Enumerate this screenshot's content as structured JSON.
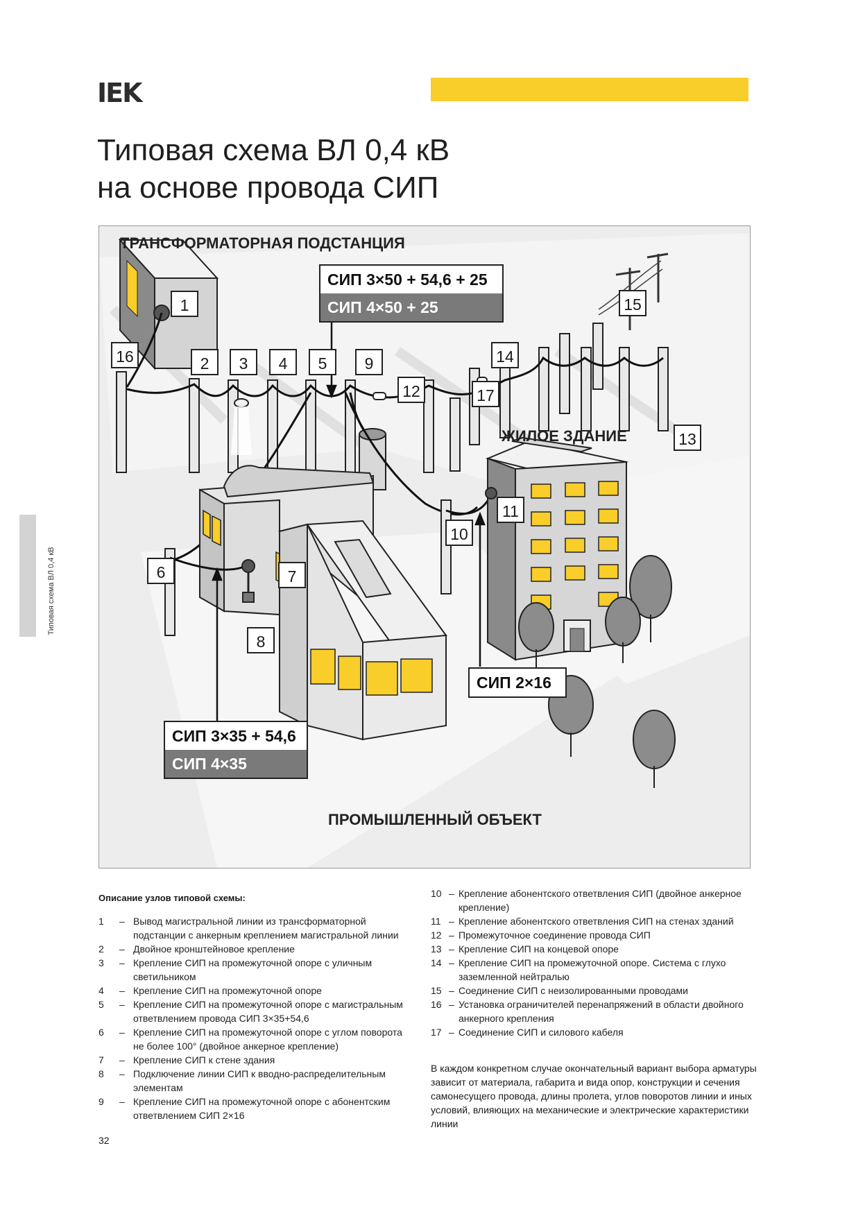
{
  "header": {
    "logo": "IEK",
    "title_line1": "Типовая схема ВЛ 0,4 кВ",
    "title_line2": "на основе провода СИП"
  },
  "side_tab": {
    "text": "Типовая схема ВЛ 0,4 кВ"
  },
  "figure": {
    "zones": {
      "substation": "ТРАНСФОРМАТОРНАЯ ПОДСТАНЦИЯ",
      "residential": "ЖИЛОЕ ЗДАНИЕ",
      "industrial": "ПРОМЫШЛЕННЫЙ ОБЪЕКТ"
    },
    "cables": {
      "main_1": "СИП 3×50 + 54,6 + 25",
      "main_2": "СИП 4×50 + 25",
      "branch_industrial_1": "СИП 3×35 + 54,6",
      "branch_industrial_2": "СИП 4×35",
      "branch_residential": "СИП 2×16"
    },
    "callouts": [
      "1",
      "2",
      "3",
      "4",
      "5",
      "6",
      "7",
      "8",
      "9",
      "10",
      "11",
      "12",
      "13",
      "14",
      "15",
      "16",
      "17"
    ],
    "colors": {
      "accent": "#f9cd2a",
      "ground": "#ededed",
      "wall": "#d9d9d9",
      "tree": "#8c8c8c"
    }
  },
  "description": {
    "heading": "Описание узлов типовой схемы:",
    "items": [
      {
        "n": "1",
        "text": "Вывод магистральной линии из трансформаторной подстанции с анкерным креплением магистральной линии"
      },
      {
        "n": "2",
        "text": "Двойное кронштейновое крепление"
      },
      {
        "n": "3",
        "text": "Крепление СИП на промежуточной опоре с уличным светильником"
      },
      {
        "n": "4",
        "text": "Крепление СИП на промежуточной опоре"
      },
      {
        "n": "5",
        "text": "Крепление СИП на промежуточной опоре с магистральным ответвлением провода СИП 3×35+54,6"
      },
      {
        "n": "6",
        "text": "Крепление СИП на промежуточной опоре с углом поворота не более 100° (двойное анкерное крепление)"
      },
      {
        "n": "7",
        "text": "Крепление СИП к стене здания"
      },
      {
        "n": "8",
        "text": "Подключение линии СИП к вводно-распределительным элементам"
      },
      {
        "n": "9",
        "text": "Крепление СИП на промежуточной опоре с абонентским ответвлением СИП 2×16"
      },
      {
        "n": "10",
        "text": "Крепление абонентского ответвления СИП (двойное анкерное крепление)"
      },
      {
        "n": "11",
        "text": "Крепление абонентского ответвления СИП на стенах зданий"
      },
      {
        "n": "12",
        "text": "Промежуточное соединение провода СИП"
      },
      {
        "n": "13",
        "text": "Крепление СИП на концевой опоре"
      },
      {
        "n": "14",
        "text": "Крепление СИП на промежуточной опоре. Система с глухо заземленной нейтралью"
      },
      {
        "n": "15",
        "text": "Соединение СИП с неизолированными проводами"
      },
      {
        "n": "16",
        "text": "Установка ограничителей перенапряжений в области двойного анкерного крепления"
      },
      {
        "n": "17",
        "text": "Соединение СИП и силового кабеля"
      }
    ],
    "note": "В каждом конкретном случае окончательный вариант выбора арматуры зависит от материала, габарита и вида опор, конструкции и сечения самонесущего провода, длины пролета, углов поворотов линии и иных условий, влияющих на механические и электрические характеристики линии"
  },
  "footer": {
    "page_number": "32"
  }
}
